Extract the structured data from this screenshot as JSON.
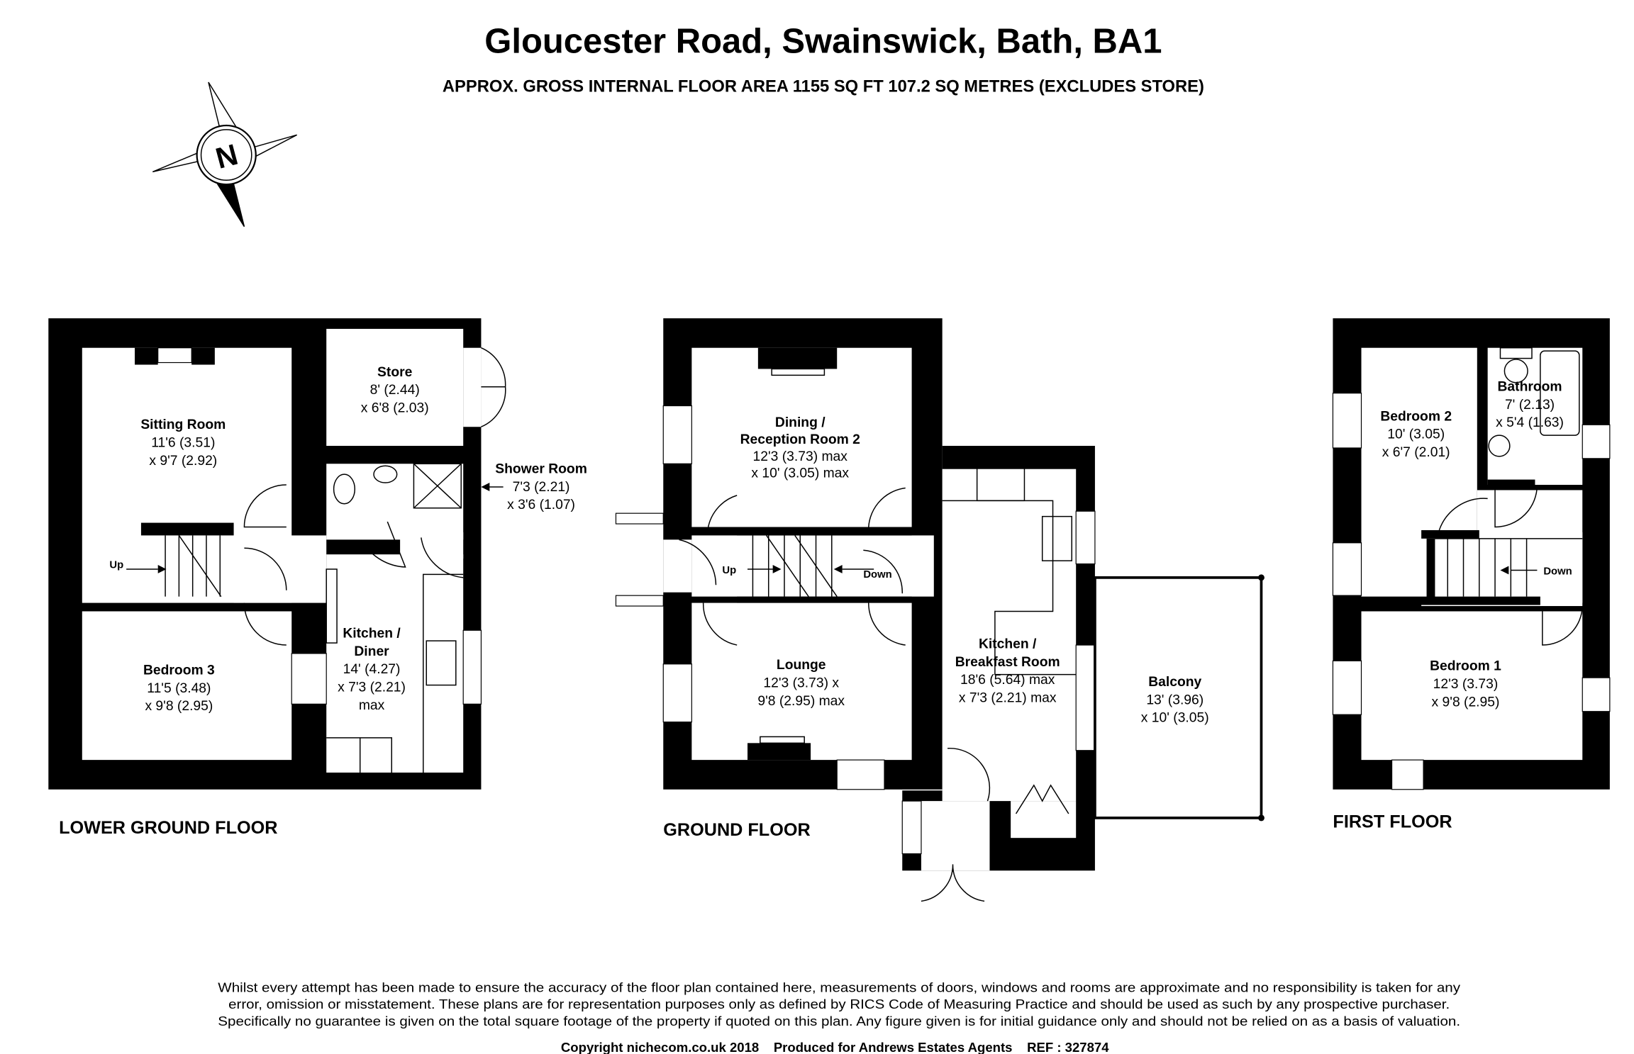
{
  "header": {
    "title": "Gloucester Road, Swainswick, Bath, BA1",
    "subtitle": "APPROX. GROSS INTERNAL FLOOR AREA 1155 SQ FT 107.2 SQ METRES (EXCLUDES STORE)"
  },
  "compass": {
    "letter": "N",
    "icon": "north-arrow-icon"
  },
  "floors": [
    {
      "name": "LOWER GROUND FLOOR",
      "rooms": [
        {
          "name": "Sitting Room",
          "dims": [
            "11'6 (3.51)",
            "x 9'7 (2.92)"
          ]
        },
        {
          "name": "Store",
          "dims": [
            "8' (2.44)",
            "x 6'8 (2.03)"
          ]
        },
        {
          "name": "Shower Room",
          "dims": [
            "7'3 (2.21)",
            "x 3'6 (1.07)"
          ]
        },
        {
          "name": [
            "Kitchen /",
            "Diner"
          ],
          "dims": [
            "14' (4.27)",
            "x 7'3 (2.21)",
            "max"
          ]
        },
        {
          "name": "Bedroom 3",
          "dims": [
            "11'5 (3.48)",
            "x 9'8 (2.95)"
          ]
        }
      ],
      "stairs": [
        "Up"
      ]
    },
    {
      "name": "GROUND FLOOR",
      "rooms": [
        {
          "name": [
            "Dining /",
            "Reception Room 2"
          ],
          "dims": [
            "12'3 (3.73) max",
            "x 10' (3.05) max"
          ]
        },
        {
          "name": "Lounge",
          "dims": [
            "12'3 (3.73) x",
            "9'8 (2.95) max"
          ]
        },
        {
          "name": [
            "Kitchen /",
            "Breakfast Room"
          ],
          "dims": [
            "18'6 (5.64) max",
            "x 7'3 (2.21) max"
          ]
        },
        {
          "name": "Balcony",
          "dims": [
            "13' (3.96)",
            "x 10' (3.05)"
          ]
        }
      ],
      "stairs": [
        "Up",
        "Down"
      ]
    },
    {
      "name": "FIRST FLOOR",
      "rooms": [
        {
          "name": "Bedroom 2",
          "dims": [
            "10' (3.05)",
            "x 6'7 (2.01)"
          ]
        },
        {
          "name": "Bathroom",
          "dims": [
            "7' (2.13)",
            "x 5'4 (1.63)"
          ]
        },
        {
          "name": "Bedroom 1",
          "dims": [
            "12'3 (3.73)",
            "x 9'8 (2.95)"
          ]
        }
      ],
      "stairs": [
        "Down"
      ]
    }
  ],
  "footer": {
    "disclaimer": [
      "Whilst every attempt has been made to ensure the accuracy of the floor plan contained here, measurements of doors, windows and rooms are approximate and no responsibility is taken for any",
      "error, omission or misstatement. These plans are for representation purposes only as defined by RICS Code of Measuring Practice and should be used as such by any prospective purchaser.",
      "Specifically no guarantee is given on the total square footage of the property if quoted on this plan. Any figure given is for initial guidance only and should not be relied on as a basis of valuation."
    ],
    "copyright": "Copyright nichecom.co.uk 2018    Produced for Andrews Estates Agents    REF : 327874"
  }
}
